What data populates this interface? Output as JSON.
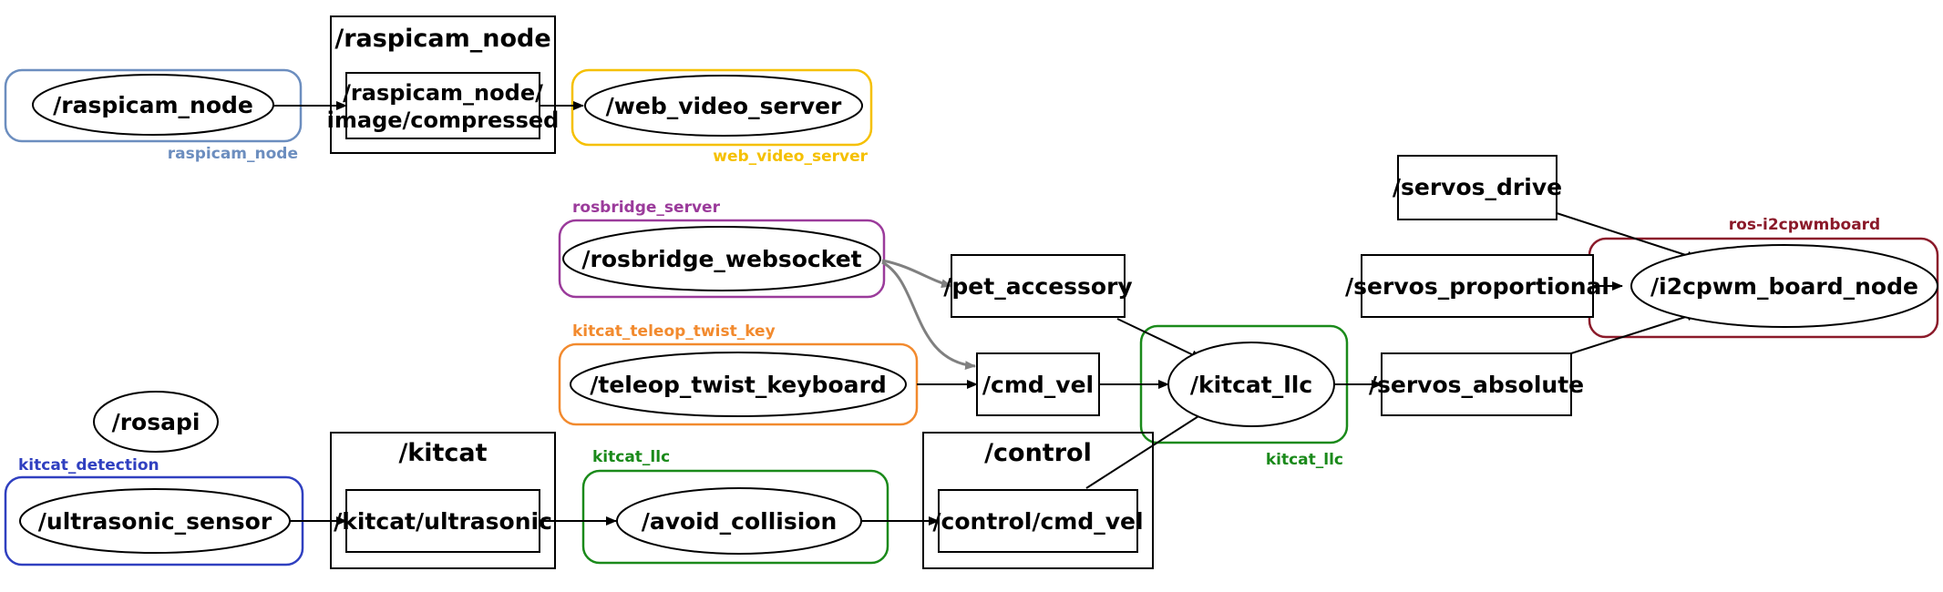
{
  "colors": {
    "raspicam_cluster": "#6c8ebf",
    "web_video_cluster": "#f5c000",
    "rosbridge_cluster": "#9b3b9b",
    "teleop_cluster": "#f28a2e",
    "kitcat_detection_cluster": "#3040c0",
    "kitcat_llc_cluster": "#1a8a1a",
    "i2cpwm_cluster": "#8b1a2a",
    "edge": "#000000",
    "edge_grey": "#808080"
  },
  "clusters": {
    "raspicam_node": "raspicam_node",
    "web_video_server": "web_video_server",
    "rosbridge_server": "rosbridge_server",
    "kitcat_teleop_twist_key": "kitcat_teleop_twist_key",
    "kitcat_detection": "kitcat_detection",
    "kitcat_llc_bottom": "kitcat_llc",
    "kitcat_llc_right": "kitcat_llc",
    "ros_i2cpwmboard": "ros-i2cpwmboard"
  },
  "namespaces": {
    "raspicam_node": "/raspicam_node",
    "kitcat": "/kitcat",
    "control": "/control"
  },
  "nodes": {
    "raspicam_node": "/raspicam_node",
    "web_video_server": "/web_video_server",
    "rosbridge_websocket": "/rosbridge_websocket",
    "teleop_twist_keyboard": "/teleop_twist_keyboard",
    "rosapi": "/rosapi",
    "ultrasonic_sensor": "/ultrasonic_sensor",
    "avoid_collision": "/avoid_collision",
    "kitcat_llc": "/kitcat_llc",
    "i2cpwm_board_node": "/i2cpwm_board_node"
  },
  "topics": {
    "raspicam_compressed_line1": "/raspicam_node/",
    "raspicam_compressed_line2": "image/compressed",
    "kitcat_ultrasonic": "/kitcat/ultrasonic",
    "control_cmd_vel": "/control/cmd_vel",
    "pet_accessory": "/pet_accessory",
    "cmd_vel": "/cmd_vel",
    "servos_drive": "/servos_drive",
    "servos_proportional": "/servos_proportional",
    "servos_absolute": "/servos_absolute"
  }
}
